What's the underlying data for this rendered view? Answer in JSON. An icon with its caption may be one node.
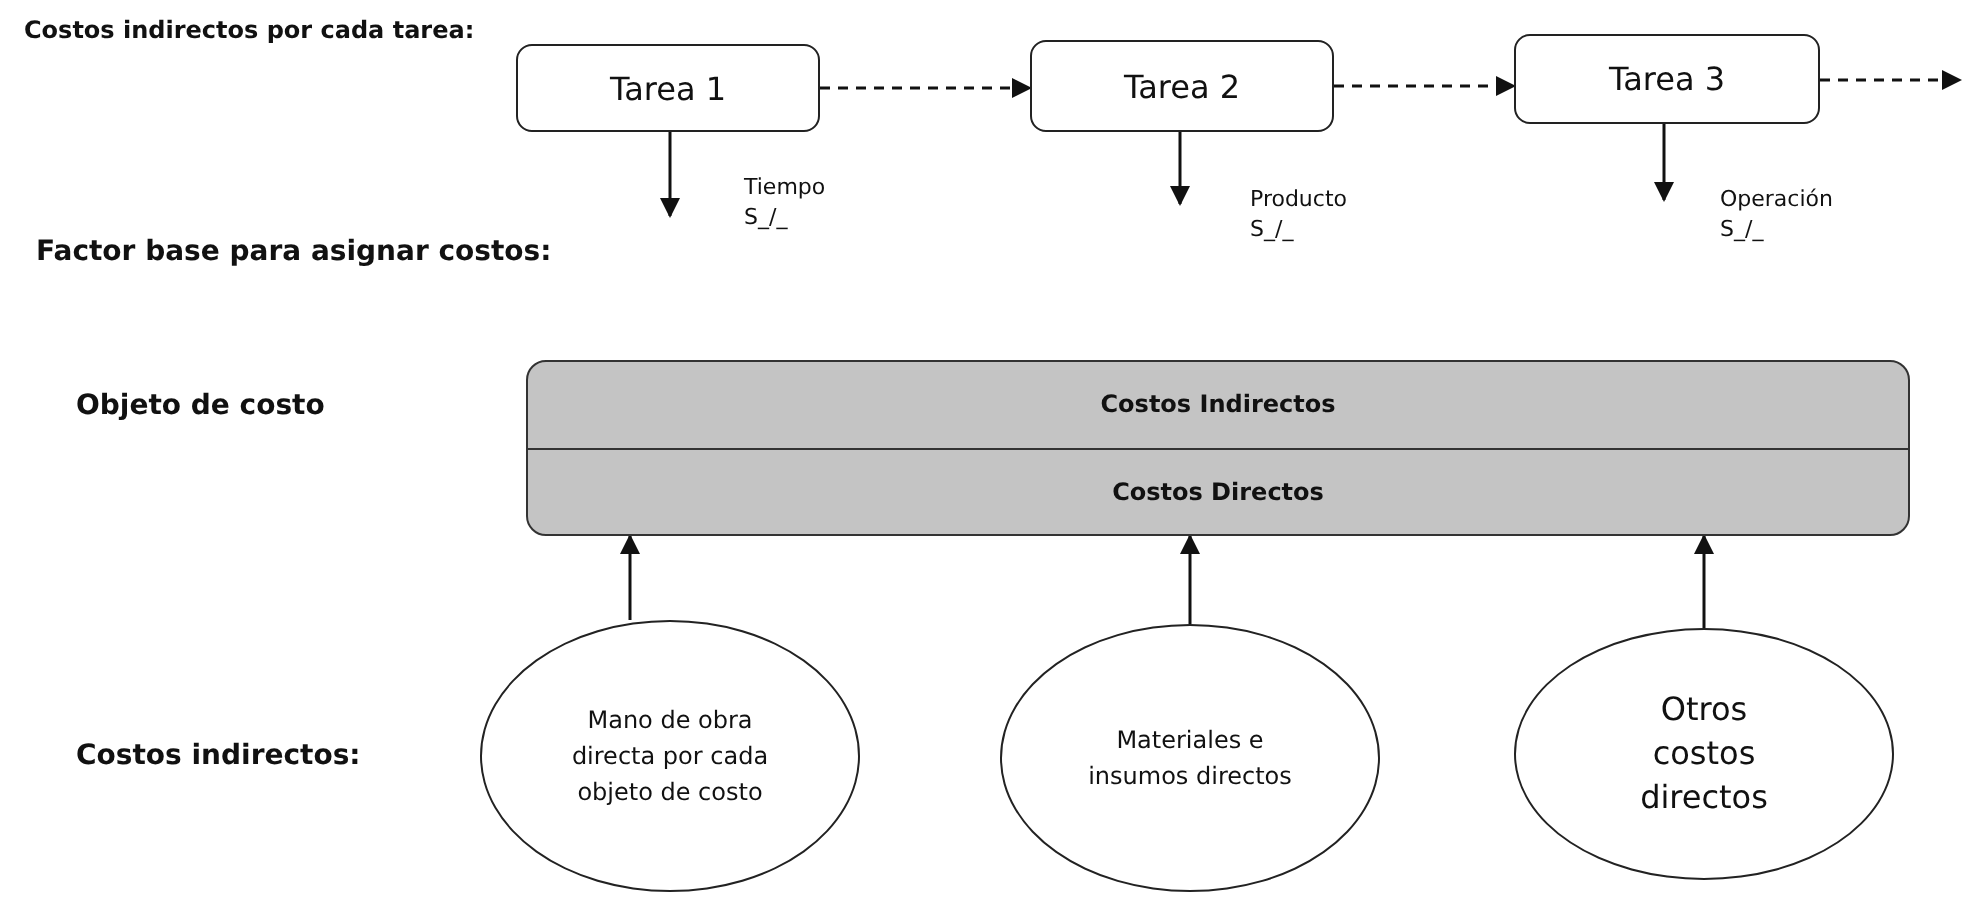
{
  "diagram": {
    "nodes": [
      {
        "text": [
          "Tarea 1"
        ]
      },
      {
        "text": [
          "Tarea 2"
        ]
      },
      {
        "text": [
          "Tarea 3"
        ]
      },
      {
        "text": [
          "Costos Indirectos",
          "Costos Directos"
        ]
      },
      {
        "text": [
          "Mano de obra directa por cada objeto de costo"
        ]
      },
      {
        "text": [
          "Materiales e insumos directos"
        ]
      },
      {
        "text": [
          "Otros costos directos"
        ]
      }
    ],
    "edges": [
      {
        "from": 0,
        "to": 1,
        "arrow": "to",
        "style": "dashed"
      },
      {
        "from": 1,
        "to": 2,
        "arrow": "to",
        "style": "dashed"
      },
      {
        "from": 2,
        "to": null,
        "arrow": "to",
        "style": "dashed"
      },
      {
        "from": 0,
        "to": null,
        "arrow": "to",
        "label": "Tiempo S_/_"
      },
      {
        "from": 1,
        "to": null,
        "arrow": "to",
        "label": "Producto S_/_"
      },
      {
        "from": 2,
        "to": null,
        "arrow": "to",
        "label": "Operación S_/_"
      },
      {
        "from": 4,
        "to": 3,
        "arrow": "to"
      },
      {
        "from": 5,
        "to": 3,
        "arrow": "to"
      },
      {
        "from": 6,
        "to": 3,
        "arrow": "to"
      }
    ],
    "labels": [
      "Costos indirectos por cada tarea:",
      "Factor base para asignar costos:",
      "Objeto de costo",
      "Costos indirectos:"
    ]
  }
}
